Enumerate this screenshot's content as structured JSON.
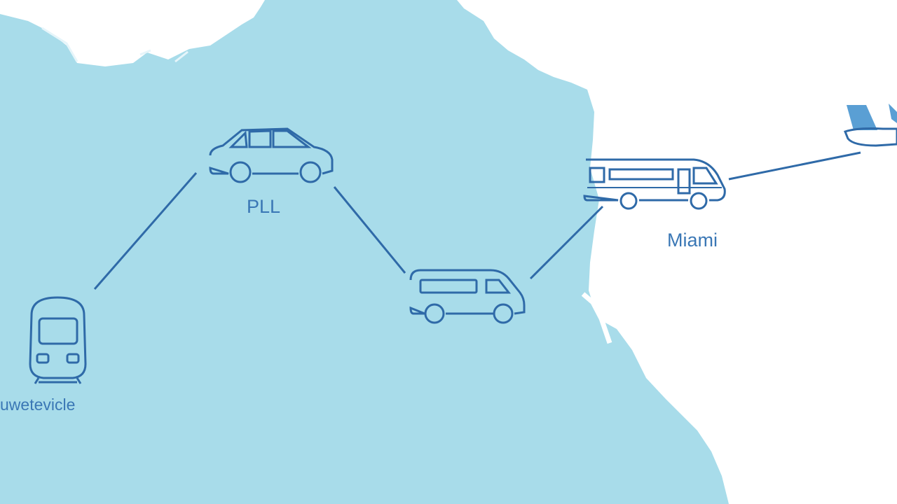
{
  "colors": {
    "sea": "#a8dcea",
    "land": "#ffffff",
    "stroke": "#2f6aa8",
    "label": "#3a77b5",
    "plane_tail": "#5a9fd4"
  },
  "nodes": [
    {
      "id": "train-node",
      "icon": "train-icon",
      "label": "uwetevicle"
    },
    {
      "id": "car-node",
      "icon": "car-icon",
      "label": "PLL"
    },
    {
      "id": "van-node",
      "icon": "van-icon",
      "label": ""
    },
    {
      "id": "bus-node",
      "icon": "bus-icon",
      "label": "Miami"
    },
    {
      "id": "plane-node",
      "icon": "airplane-icon",
      "label": ""
    }
  ],
  "connections": [
    {
      "from": "train-node",
      "to": "car-node"
    },
    {
      "from": "car-node",
      "to": "van-node"
    },
    {
      "from": "van-node",
      "to": "bus-node"
    },
    {
      "from": "bus-node",
      "to": "plane-node"
    }
  ]
}
